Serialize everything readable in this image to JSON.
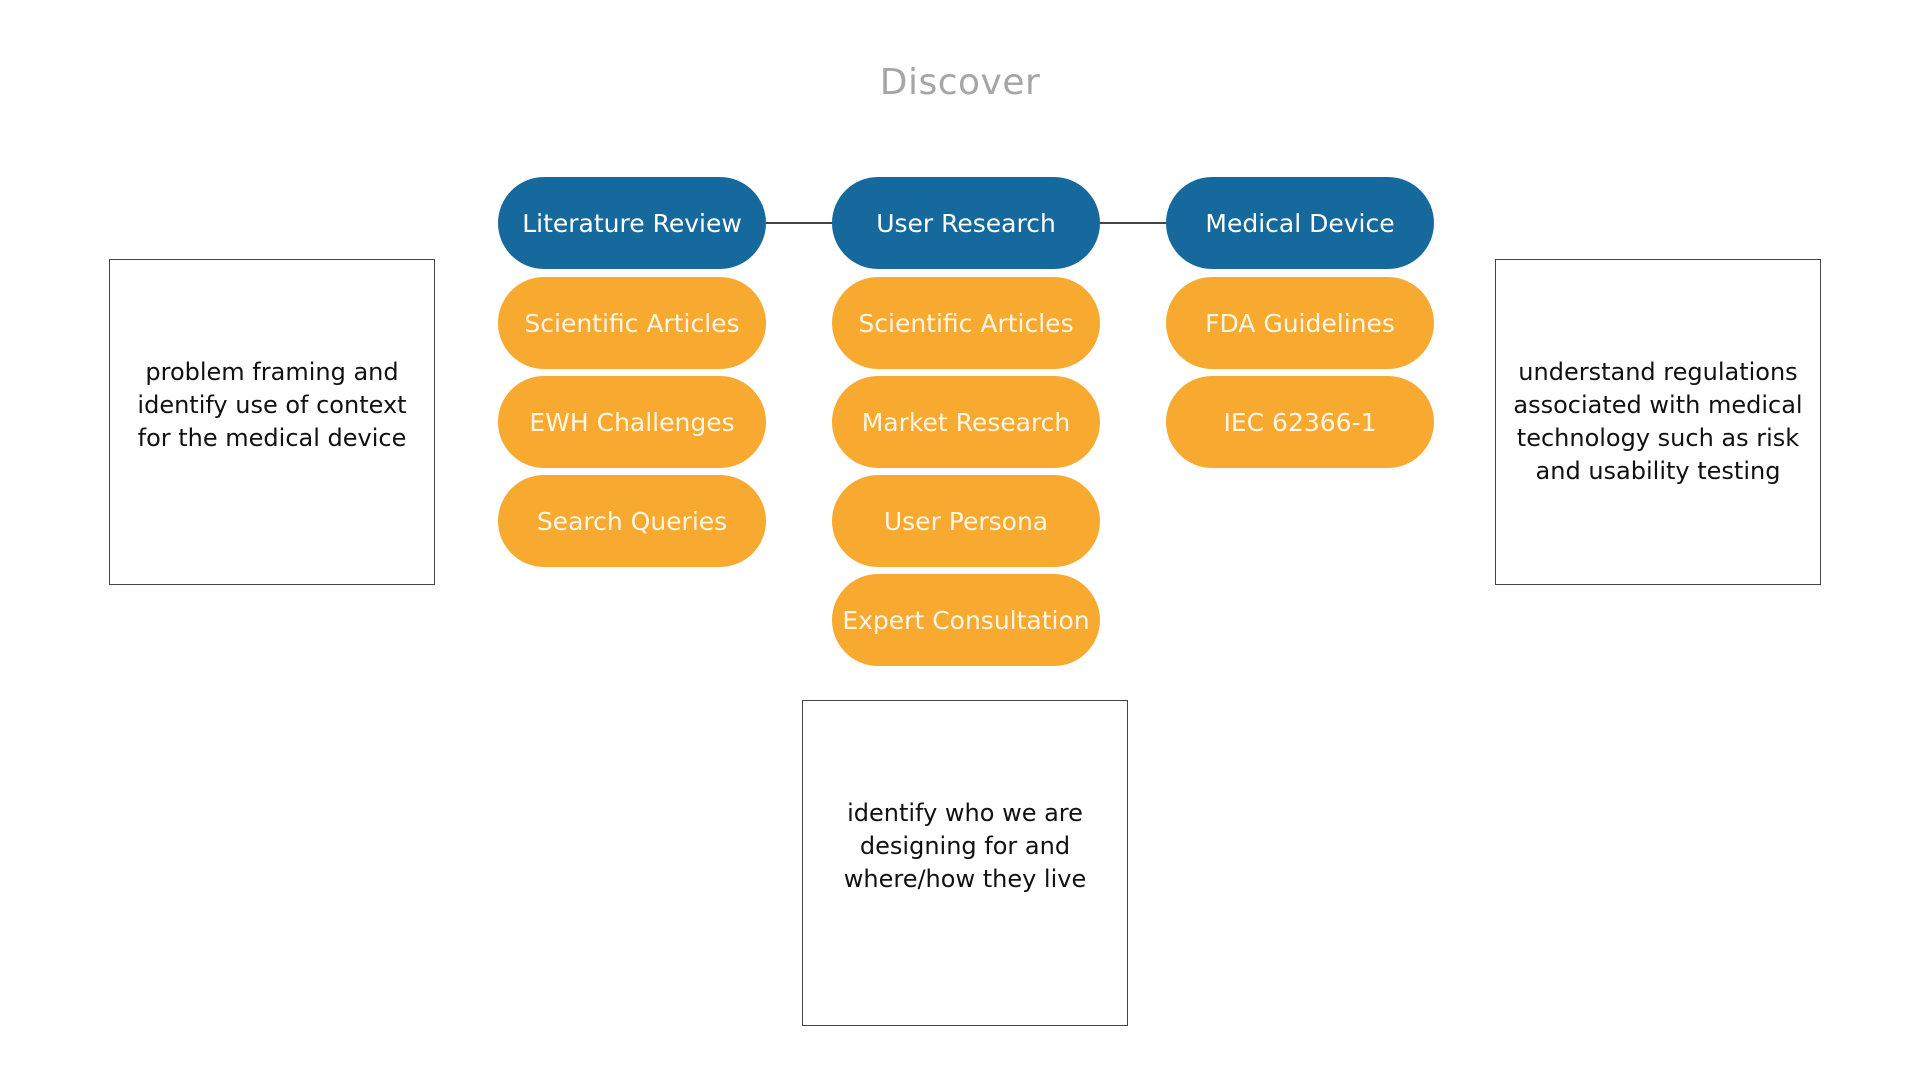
{
  "title": "Discover",
  "colors": {
    "header_fill": "#16699d",
    "item_fill": "#f7a930",
    "title_text": "#a6a6a6"
  },
  "columns": [
    {
      "header": "Literature Review",
      "items": [
        "Scientific Articles",
        "EWH Challenges",
        "Search Queries"
      ]
    },
    {
      "header": "User Research",
      "items": [
        "Scientific Articles",
        "Market Research",
        "User Persona",
        "Expert Consultation"
      ]
    },
    {
      "header": "Medical Device",
      "items": [
        "FDA Guidelines",
        "IEC 62366-1"
      ]
    }
  ],
  "notes": {
    "left": "problem framing and identify use of context for the medical device",
    "center": "identify who we are designing for and where/how they live",
    "right": "understand regulations associated with medical technology such as risk and usability testing"
  }
}
